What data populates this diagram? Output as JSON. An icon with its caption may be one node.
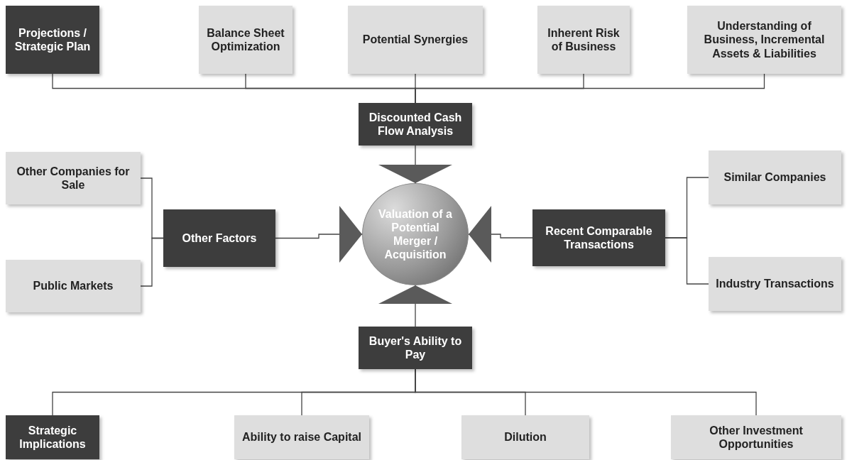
{
  "diagram": {
    "nodes": [
      {
        "text": [
          "Projections / Strategic Plan"
        ]
      },
      {
        "text": [
          "Balance Sheet Optimization"
        ]
      },
      {
        "text": [
          "Potential Synergies"
        ]
      },
      {
        "text": [
          "Inherent Risk of Business"
        ]
      },
      {
        "text": [
          "Understanding of Business, Incremental Assets & Liabilities"
        ]
      },
      {
        "text": [
          "Discounted Cash Flow Analysis"
        ]
      },
      {
        "text": [
          "Other Companies for Sale"
        ]
      },
      {
        "text": [
          "Public Markets"
        ]
      },
      {
        "text": [
          "Other Factors"
        ]
      },
      {
        "text": [
          "Valuation of a Potential Merger / Acquisition"
        ]
      },
      {
        "text": [
          "Recent Comparable Transactions"
        ]
      },
      {
        "text": [
          "Similar Companies"
        ]
      },
      {
        "text": [
          "Industry Transactions"
        ]
      },
      {
        "text": [
          "Buyer's Ability to Pay"
        ]
      },
      {
        "text": [
          "Strategic Implications"
        ]
      },
      {
        "text": [
          "Ability to raise Capital"
        ]
      },
      {
        "text": [
          "Dilution"
        ]
      },
      {
        "text": [
          "Other Investment Opportunities"
        ]
      }
    ],
    "edges": [
      {
        "from": 0,
        "to": 5,
        "arrow": "none"
      },
      {
        "from": 1,
        "to": 5,
        "arrow": "none"
      },
      {
        "from": 2,
        "to": 5,
        "arrow": "none"
      },
      {
        "from": 3,
        "to": 5,
        "arrow": "none"
      },
      {
        "from": 4,
        "to": 5,
        "arrow": "none"
      },
      {
        "from": 5,
        "to": 9,
        "arrow": "to"
      },
      {
        "from": 6,
        "to": 8,
        "arrow": "none"
      },
      {
        "from": 7,
        "to": 8,
        "arrow": "none"
      },
      {
        "from": 8,
        "to": 9,
        "arrow": "to"
      },
      {
        "from": 11,
        "to": 10,
        "arrow": "none"
      },
      {
        "from": 12,
        "to": 10,
        "arrow": "none"
      },
      {
        "from": 10,
        "to": 9,
        "arrow": "to"
      },
      {
        "from": 13,
        "to": 9,
        "arrow": "to"
      },
      {
        "from": 13,
        "to": 14,
        "arrow": "none"
      },
      {
        "from": 13,
        "to": 15,
        "arrow": "none"
      },
      {
        "from": 13,
        "to": 16,
        "arrow": "none"
      },
      {
        "from": 13,
        "to": 17,
        "arrow": "none"
      }
    ]
  }
}
